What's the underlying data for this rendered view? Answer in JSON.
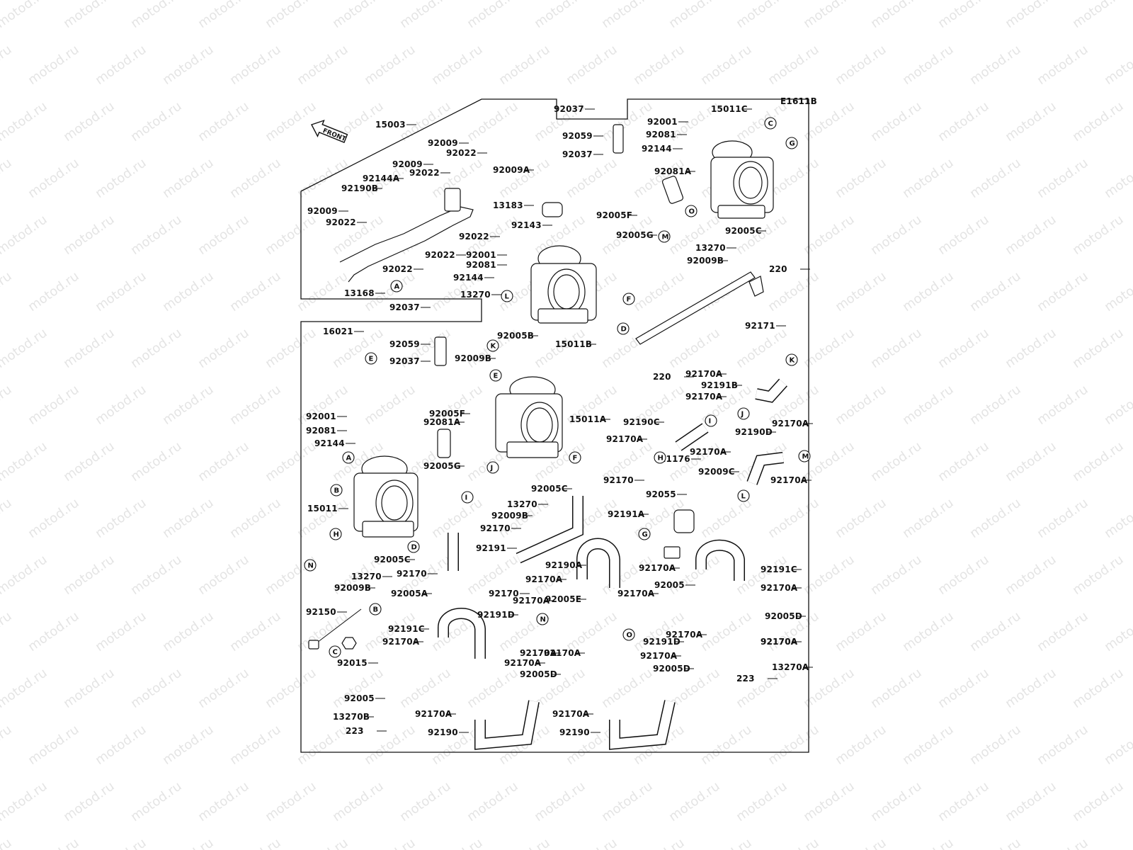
{
  "diagram_code": "E1611B",
  "front_label": "FRONT",
  "watermark": "motod.ru",
  "callouts": [
    "A",
    "B",
    "C",
    "D",
    "E",
    "F",
    "G",
    "H",
    "I",
    "J",
    "K",
    "L",
    "M",
    "N",
    "O"
  ],
  "labels": [
    "92037",
    "15003",
    "92009",
    "92022",
    "92009",
    "92022",
    "92144A",
    "92190B",
    "92009",
    "92022",
    "92022",
    "92022",
    "92022",
    "13168",
    "92059",
    "92037",
    "92009A",
    "13183",
    "92143",
    "92005F",
    "92001",
    "92081",
    "92144",
    "13270",
    "92005B",
    "15011B",
    "92009B",
    "92001",
    "15011C",
    "92081",
    "92144",
    "92081A",
    "92005C",
    "92005G",
    "13270",
    "92009B",
    "220",
    "92171",
    "220",
    "92037",
    "16021",
    "92059",
    "92037",
    "92005F",
    "92081A",
    "15011A",
    "92001",
    "92081",
    "92144",
    "92005G",
    "92005C",
    "13270",
    "92009B",
    "15011",
    "92005C",
    "13270",
    "92009B",
    "92170",
    "92191A",
    "92170",
    "92191",
    "92170",
    "92170",
    "92005A",
    "92190A",
    "92170A",
    "92170A",
    "92191B",
    "92170A",
    "92190C",
    "92170A",
    "92170A",
    "92190D",
    "92170A",
    "92170A",
    "21176",
    "92009C",
    "92055",
    "92170A",
    "92191C",
    "92005",
    "92170A",
    "92005D",
    "92170A",
    "92170A",
    "92191D",
    "92170A",
    "92170A",
    "13270A",
    "223",
    "92150",
    "92015",
    "92191C",
    "92170A",
    "92191D",
    "92005E",
    "92170A",
    "92170A",
    "92170A",
    "92005D",
    "92005",
    "13270B",
    "223",
    "92170A",
    "92190",
    "92170A",
    "92190",
    "92170A",
    "92005D",
    "92170A"
  ]
}
